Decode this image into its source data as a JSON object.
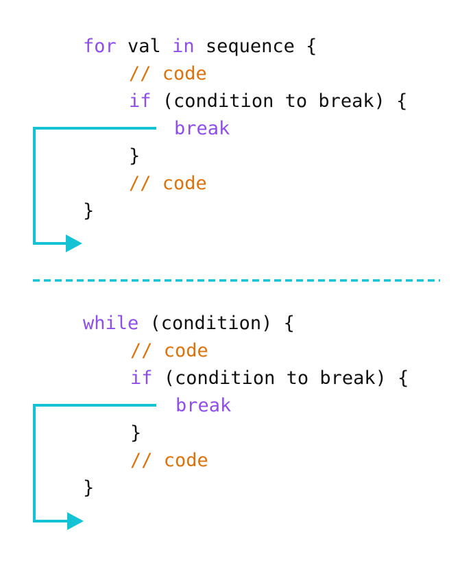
{
  "colors": {
    "keyword": "#8e4fe6",
    "comment": "#d9730d",
    "text": "#111111",
    "arrow": "#13c3d3"
  },
  "for_block": {
    "line1": {
      "kw": "for",
      "t1": " val ",
      "kw2": "in",
      "t2": " sequence {"
    },
    "line2": {
      "cm": "// code"
    },
    "line3": {
      "kw": "if",
      "t": " (condition to break) {"
    },
    "line4": {
      "kw": "break"
    },
    "line5": {
      "t": "}"
    },
    "line6": {
      "cm": "// code"
    },
    "line7": {
      "t": "}"
    }
  },
  "while_block": {
    "line1": {
      "kw": "while",
      "t": " (condition) {"
    },
    "line2": {
      "cm": "// code"
    },
    "line3": {
      "kw": "if",
      "t": " (condition to break) {"
    },
    "line4": {
      "kw": "break"
    },
    "line5": {
      "t": "}"
    },
    "line6": {
      "cm": "// code"
    },
    "line7": {
      "t": "}"
    }
  }
}
